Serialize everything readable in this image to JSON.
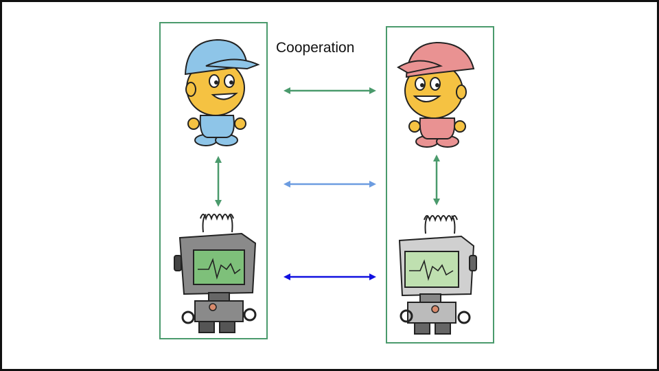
{
  "title": "Cooperation",
  "colors": {
    "box_border": "#4a9a6c",
    "arrow_green": "#4a9a6c",
    "arrow_light_blue": "#6c9ce0",
    "arrow_blue": "#1010e0",
    "human_left_clothes": "#8ec5e8",
    "human_right_clothes": "#e99292",
    "skin": "#f5c242",
    "robot_body": "#8a8a8a",
    "robot_screen_left": "#7ec07a",
    "robot_screen_right": "#bfe0b0"
  },
  "teams": [
    {
      "side": "left",
      "human": "human-blue-cap",
      "robot": "robot-dark-screen"
    },
    {
      "side": "right",
      "human": "human-pink-cap",
      "robot": "robot-light-screen"
    }
  ],
  "connections": [
    {
      "from": "human-left",
      "to": "human-right",
      "style": "green"
    },
    {
      "from": "human-left",
      "to": "robot-right",
      "style": "light-blue"
    },
    {
      "from": "robot-left",
      "to": "robot-right",
      "style": "blue"
    },
    {
      "from": "human-left",
      "to": "robot-left",
      "style": "green"
    },
    {
      "from": "human-right",
      "to": "robot-right",
      "style": "green"
    }
  ]
}
